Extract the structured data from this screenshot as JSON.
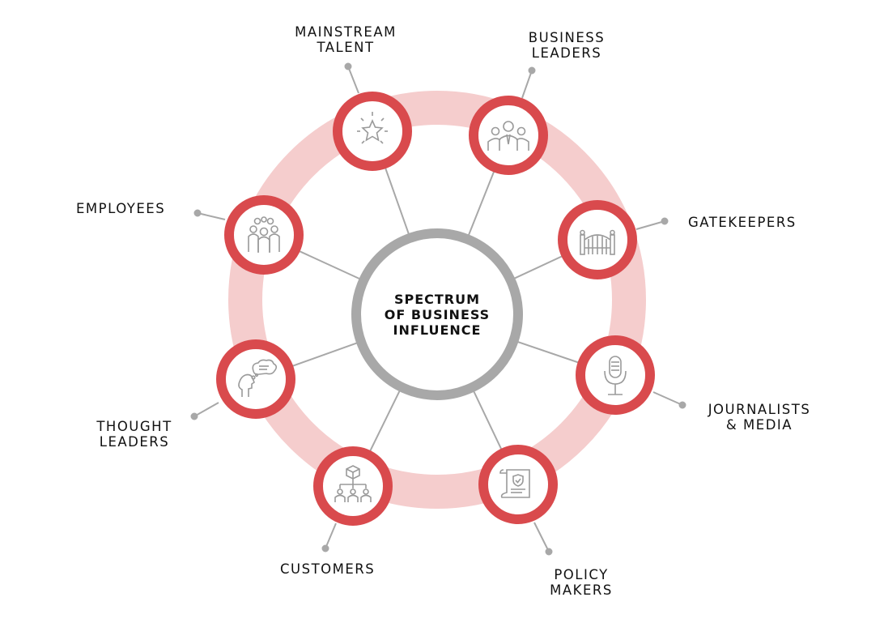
{
  "diagram": {
    "center_title": "SPECTRUM\nOF BUSINESS\nINFLUENCE",
    "colors": {
      "ring": "#f5cdcd",
      "node": "#d94a4d",
      "hub": "#a8a8a8",
      "connector": "#a8a8a8",
      "icon": "#9a9a9a"
    },
    "nodes": [
      {
        "label": "MAINSTREAM\nTALENT",
        "icon": "star-burst-icon"
      },
      {
        "label": "BUSINESS\nLEADERS",
        "icon": "business-team-icon"
      },
      {
        "label": "GATEKEEPERS",
        "icon": "gate-icon"
      },
      {
        "label": "JOURNALISTS\n& MEDIA",
        "icon": "microphone-icon"
      },
      {
        "label": "POLICY\nMAKERS",
        "icon": "document-scroll-icon"
      },
      {
        "label": "CUSTOMERS",
        "icon": "customers-network-icon"
      },
      {
        "label": "THOUGHT\nLEADERS",
        "icon": "thinking-head-icon"
      },
      {
        "label": "EMPLOYEES",
        "icon": "group-people-icon"
      }
    ]
  }
}
